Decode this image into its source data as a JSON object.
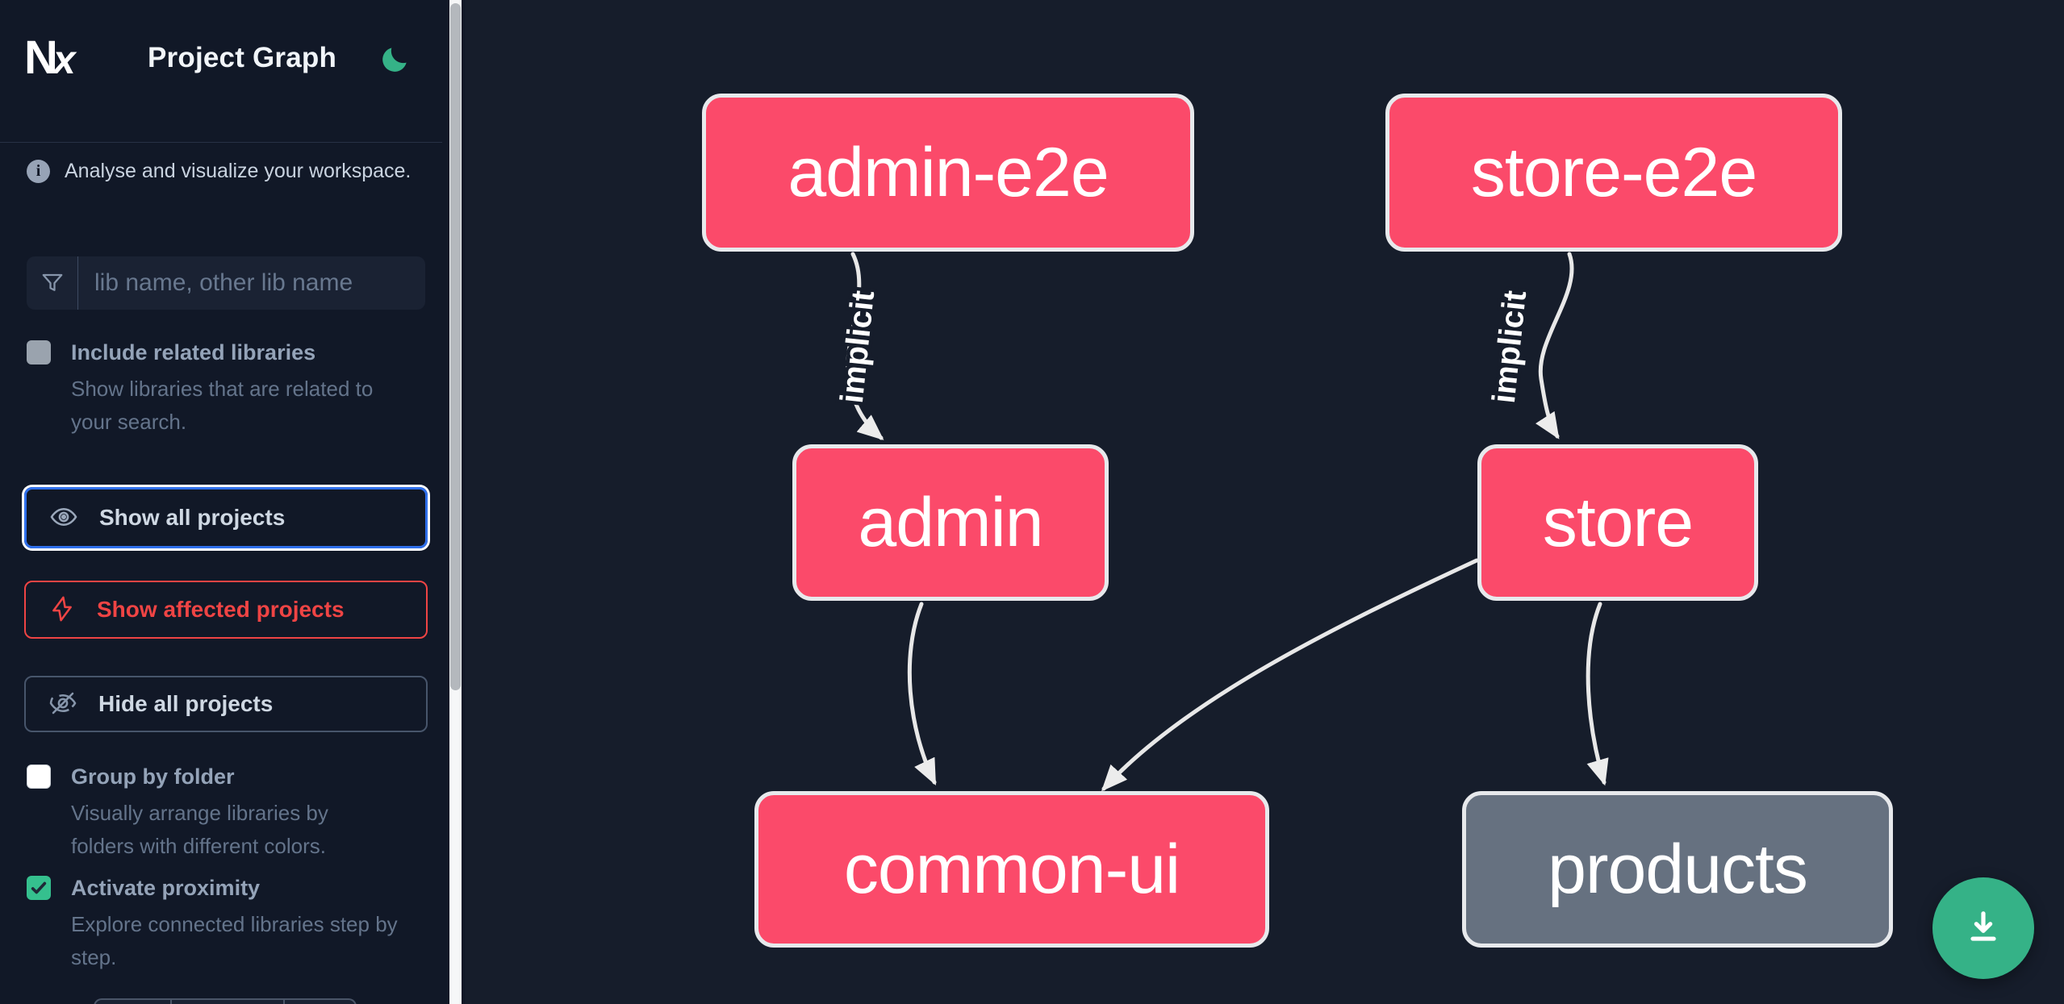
{
  "header": {
    "logo": "Nx",
    "logo_n": "N",
    "logo_x": "x",
    "title": "Project Graph",
    "theme_toggle_icon": "moon-icon"
  },
  "sidebar": {
    "tagline": "Analyse and visualize your workspace.",
    "filter": {
      "placeholder": "lib name, other lib name",
      "value": "",
      "icon": "funnel-icon"
    },
    "options": [
      {
        "label": "Include related libraries",
        "description": "Show libraries that are related to your search.",
        "checked": false
      },
      {
        "label": "Group by folder",
        "description": "Visually arrange libraries by folders with different colors.",
        "checked": false
      },
      {
        "label": "Activate proximity",
        "description": "Explore connected libraries step by step.",
        "checked": true
      }
    ],
    "actions": [
      {
        "label": "Show all projects",
        "icon": "eye-icon",
        "state": "focused"
      },
      {
        "label": "Show affected projects",
        "icon": "bolt-icon",
        "state": "affected"
      },
      {
        "label": "Hide all projects",
        "icon": "eye-off-icon",
        "state": "default"
      }
    ]
  },
  "graph": {
    "nodes": [
      {
        "id": "admin-e2e",
        "label": "admin-e2e",
        "style": "affected"
      },
      {
        "id": "store-e2e",
        "label": "store-e2e",
        "style": "affected"
      },
      {
        "id": "admin",
        "label": "admin",
        "style": "affected"
      },
      {
        "id": "store",
        "label": "store",
        "style": "affected"
      },
      {
        "id": "common-ui",
        "label": "common-ui",
        "style": "affected"
      },
      {
        "id": "products",
        "label": "products",
        "style": "unaffected"
      }
    ],
    "edges": [
      {
        "from": "admin-e2e",
        "to": "admin",
        "label": "implicit"
      },
      {
        "from": "store-e2e",
        "to": "store",
        "label": "implicit"
      },
      {
        "from": "admin",
        "to": "common-ui",
        "label": ""
      },
      {
        "from": "store",
        "to": "common-ui",
        "label": ""
      },
      {
        "from": "store",
        "to": "products",
        "label": ""
      }
    ],
    "colors": {
      "node_affected": "#fb4a6a",
      "node_unaffected": "#667180",
      "node_border": "#e7e9ec",
      "edge": "#e8e8e8",
      "canvas_bg": "#161d2b",
      "sidebar_bg": "#111827",
      "accent_green": "#35b287",
      "focus_blue": "#2f6feb",
      "affected_red": "#ef4444"
    }
  },
  "fab": {
    "icon": "download-icon"
  }
}
